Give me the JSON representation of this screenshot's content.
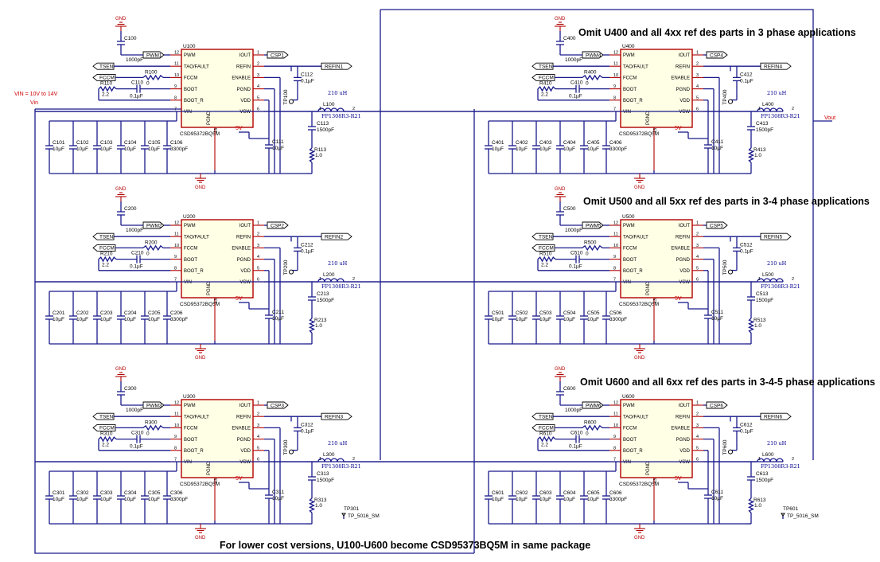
{
  "notes": {
    "phase3": "Omit U400 and all 4xx ref des parts in 3 phase applications",
    "phase34": "Omit U500 and all 5xx ref des parts in 3-4 phase applications",
    "phase345": "Omit U600 and all 6xx ref des parts in 3-4-5 phase applications",
    "footer": "For lower cost versions, U100-U600 become CSD95373BQ5M in same package"
  },
  "power": {
    "vin_range": "VIN = 10V to 14V",
    "vin": "Vin",
    "vout": "Vout",
    "gnd": "GND",
    "five_v": "5V"
  },
  "ic": {
    "part": "CSD95372BQ5M",
    "pins_left": [
      {
        "num": "12",
        "name": "PWM"
      },
      {
        "num": "11",
        "name": "TAO/FAULT"
      },
      {
        "num": "10",
        "name": "FCCM"
      },
      {
        "num": "9",
        "name": "BOOT"
      },
      {
        "num": "8",
        "name": "BOOT_R"
      },
      {
        "num": "7",
        "name": "VIN"
      }
    ],
    "pins_right": [
      {
        "num": "1",
        "name": "IOUT"
      },
      {
        "num": "2",
        "name": "REFIN"
      },
      {
        "num": "3",
        "name": "ENABLE"
      },
      {
        "num": "4",
        "name": "PGND"
      },
      {
        "num": "5",
        "name": "VDD"
      },
      {
        "num": "6",
        "name": "VSW"
      }
    ],
    "pin_bottom": {
      "num": "13",
      "name": "PGND"
    }
  },
  "nets": {
    "tsen": "TSEN",
    "fccm": "FCCM"
  },
  "common_values": {
    "c_boot": "0.1µF",
    "c_pwm": "1000pF",
    "c_vin": "10µF",
    "c_vin_last": "3300pF",
    "c_vdd": "10µF",
    "c_iout": "0.1µF",
    "c_snub": "1500pF",
    "r_snub": "1.0",
    "r_boot": "2.2",
    "r_fccm": "0",
    "inductor_value": "210 uH",
    "inductor_part": "FP1308R3-R21",
    "tp_part": "TP_5016_SM"
  },
  "phases": [
    {
      "u": "U100",
      "pwm": "PWM1",
      "csp": "CSP1",
      "refin": "REFIN1",
      "cpwm": "C100",
      "rfccm": "R100",
      "rboot": "R110",
      "cboot": "C110",
      "cvin": [
        "C101",
        "C102",
        "C103",
        "C104",
        "C105",
        "C106"
      ],
      "cvdd": "C111",
      "ciout": "C112",
      "csnub": "C113",
      "rsnub": "R113",
      "l": "L100",
      "tp": "TP100",
      "tpx": ""
    },
    {
      "u": "U200",
      "pwm": "PWM2",
      "csp": "CSP2",
      "refin": "REFIN2",
      "cpwm": "C200",
      "rfccm": "R200",
      "rboot": "R210",
      "cboot": "C210",
      "cvin": [
        "C201",
        "C202",
        "C203",
        "C204",
        "C205",
        "C206"
      ],
      "cvdd": "C211",
      "ciout": "C212",
      "csnub": "C213",
      "rsnub": "R213",
      "l": "L200",
      "tp": "TP200",
      "tpx": ""
    },
    {
      "u": "U300",
      "pwm": "PWM3",
      "csp": "CSP3",
      "refin": "REFIN3",
      "cpwm": "C300",
      "rfccm": "R300",
      "rboot": "R310",
      "cboot": "C310",
      "cvin": [
        "C301",
        "C302",
        "C303",
        "C304",
        "C305",
        "C306"
      ],
      "cvdd": "C311",
      "ciout": "C312",
      "csnub": "C313",
      "rsnub": "R313",
      "l": "L300",
      "tp": "TP300",
      "tpx": "TP301"
    },
    {
      "u": "U400",
      "pwm": "PWM4",
      "csp": "CSP4",
      "refin": "REFIN4",
      "cpwm": "C400",
      "rfccm": "R400",
      "rboot": "R410",
      "cboot": "C410",
      "cvin": [
        "C401",
        "C402",
        "C403",
        "C404",
        "C405",
        "C406"
      ],
      "cvdd": "C411",
      "ciout": "C412",
      "csnub": "C413",
      "rsnub": "R413",
      "l": "L400",
      "tp": "TP400",
      "tpx": ""
    },
    {
      "u": "U500",
      "pwm": "PWM5",
      "csp": "CSP5",
      "refin": "REFIN5",
      "cpwm": "C500",
      "rfccm": "R500",
      "rboot": "R510",
      "cboot": "C510",
      "cvin": [
        "C501",
        "C502",
        "C503",
        "C504",
        "C505",
        "C506"
      ],
      "cvdd": "C511",
      "ciout": "C512",
      "csnub": "C513",
      "rsnub": "R513",
      "l": "L500",
      "tp": "TP500",
      "tpx": ""
    },
    {
      "u": "U600",
      "pwm": "PWM6",
      "csp": "CSP6",
      "refin": "REFIN6",
      "cpwm": "C600",
      "rfccm": "R600",
      "rboot": "R610",
      "cboot": "C610",
      "cvin": [
        "C601",
        "C602",
        "C603",
        "C604",
        "C605",
        "C606"
      ],
      "cvdd": "C611",
      "ciout": "C612",
      "csnub": "C613",
      "rsnub": "R613",
      "l": "L600",
      "tp": "TP600",
      "tpx": "TP601"
    }
  ]
}
